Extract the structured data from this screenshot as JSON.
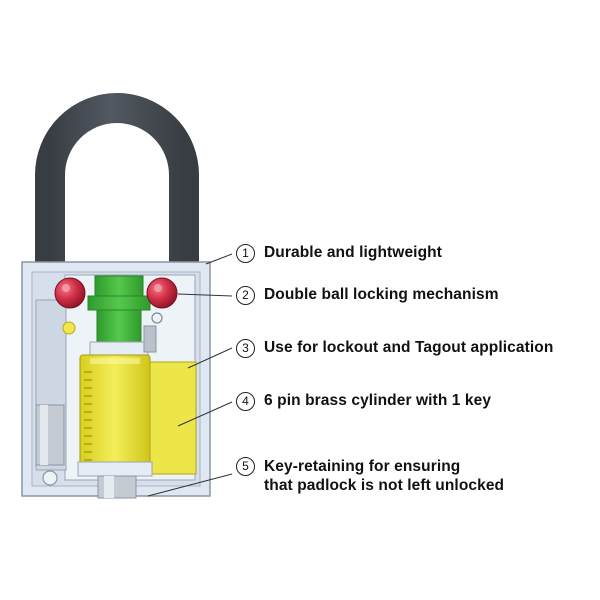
{
  "callouts": [
    {
      "number": "1",
      "text": "Durable and lightweight"
    },
    {
      "number": "2",
      "text": "Double ball locking mechanism"
    },
    {
      "number": "3",
      "text": "Use for lockout and Tagout application"
    },
    {
      "number": "4",
      "text": "6 pin brass cylinder with 1 key"
    },
    {
      "number": "5",
      "line1": "Key-retaining for ensuring",
      "line2": "that padlock is not left unlocked"
    }
  ],
  "colors": {
    "shackle": "#474c52",
    "body_fill": "#dfe8f2",
    "body_outline": "#8c96a2",
    "locking_core": "#3fb53a",
    "locking_balls": "#c8263e",
    "brass_cylinder": "#e9e32c",
    "leader_lines": "#333333"
  }
}
